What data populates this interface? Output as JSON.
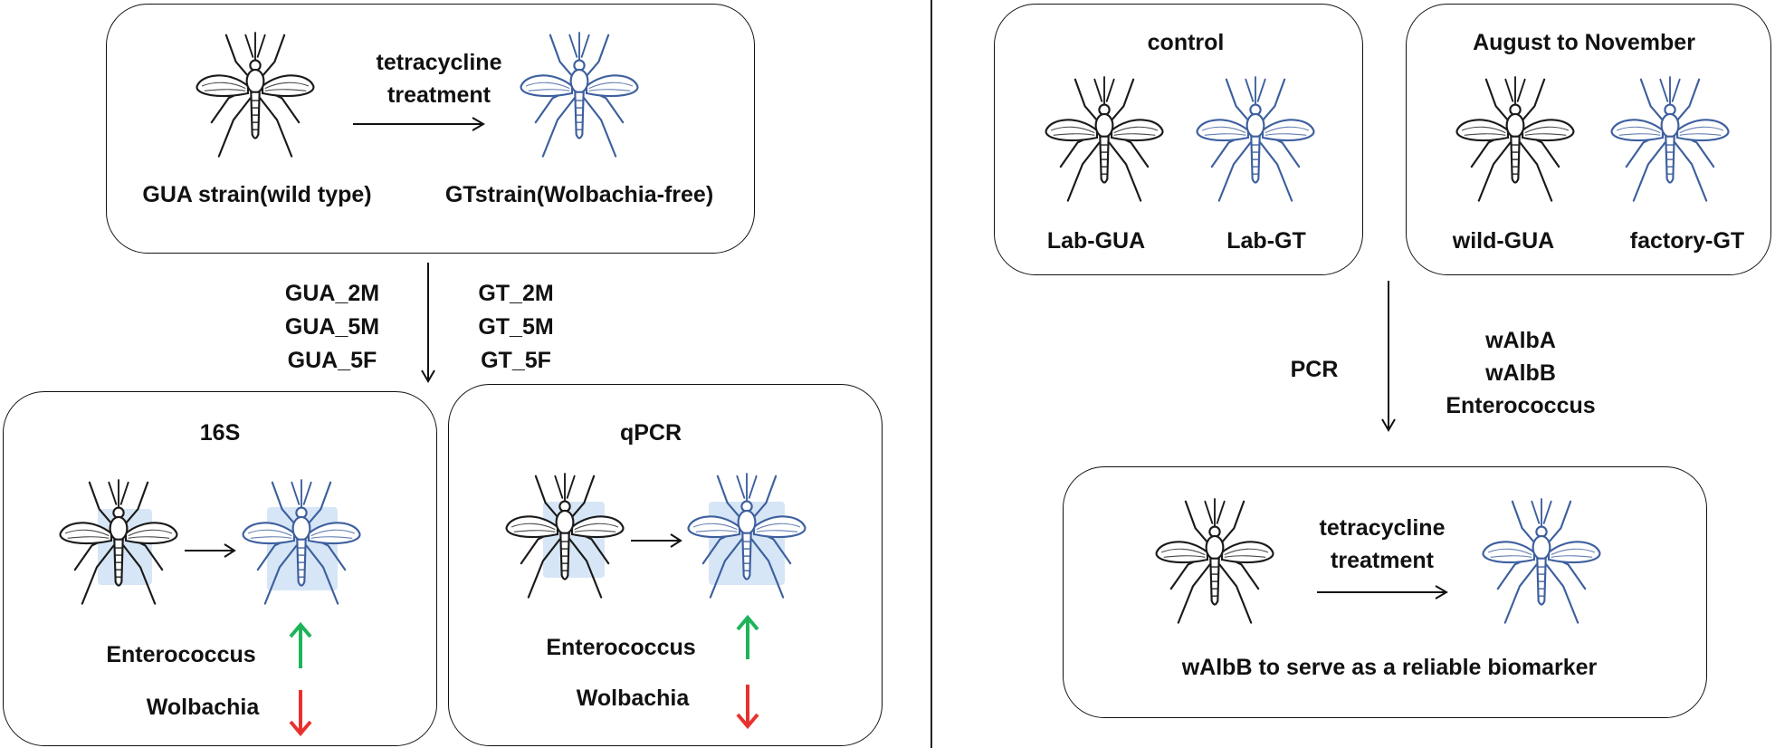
{
  "left": {
    "top_box": {
      "treatment_label": "tetracycline\ntreatment",
      "wild_label": "GUA strain(wild type)",
      "free_label": "GTstrain(Wolbachia-free)"
    },
    "groups_gua": "GUA_2M\nGUA_5M\nGUA_5F",
    "groups_gt": "GT_2M\nGT_5M\nGT_5F",
    "box_16s": {
      "title": "16S",
      "enterococcus": "Enterococcus",
      "wolbachia": "Wolbachia"
    },
    "box_qpcr": {
      "title": "qPCR",
      "enterococcus": "Enterococcus",
      "wolbachia": "Wolbachia"
    }
  },
  "right": {
    "control_box": {
      "title": "control",
      "left_label": "Lab-GUA",
      "right_label": "Lab-GT"
    },
    "season_box": {
      "title": "August to November",
      "left_label": "wild-GUA",
      "right_label": "factory-GT"
    },
    "method": "PCR",
    "targets": "wAlbA\nwAlbB\nEnterococcus",
    "bottom_box": {
      "treatment_label": "tetracycline\ntreatment",
      "conclusion": "wAlbB to serve as a reliable biomarker"
    }
  },
  "colors": {
    "wild_mosquito": "#1a1a1a",
    "free_mosquito": "#3d5f9e",
    "increase_arrow": "#1db45a",
    "decrease_arrow": "#e8312f",
    "stain": "#cfe2f5"
  },
  "icons": [
    "mosquito-icon",
    "arrow-right-icon",
    "arrow-down-icon",
    "arrow-up-icon"
  ]
}
